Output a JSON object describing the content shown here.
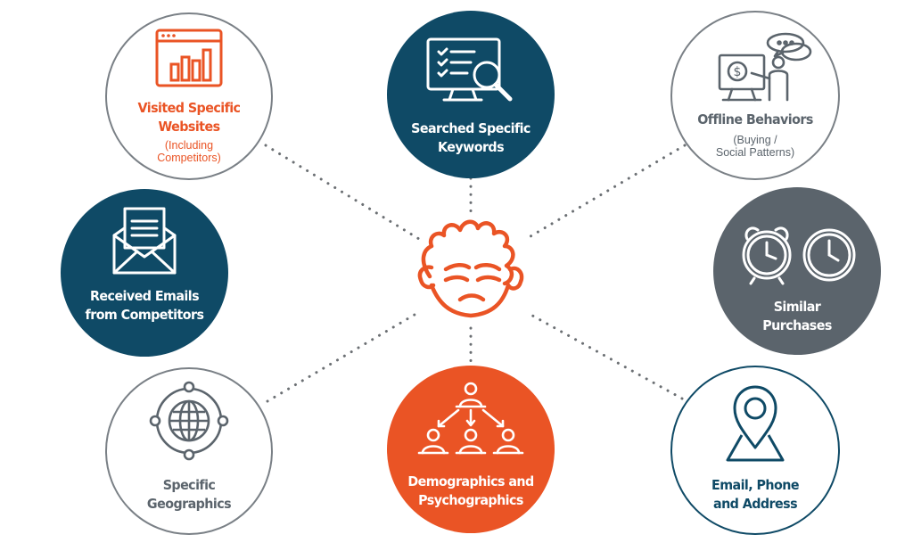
{
  "colors": {
    "teal": "#0f4a66",
    "orange": "#ea5425",
    "gray": "#5b646c",
    "outline": "#7a8086",
    "dots": "#6b6f73"
  },
  "center": {
    "icon": "frowning-face-icon"
  },
  "nodes": {
    "visited_websites": {
      "title_lines": [
        "Visited Specific",
        "Websites"
      ],
      "sub_lines": [
        "(Including",
        "Competitors)"
      ],
      "icon": "browser-bar-chart-icon"
    },
    "searched_keywords": {
      "title_lines": [
        "Searched Specific",
        "Keywords"
      ],
      "icon": "monitor-checklist-magnifier-icon"
    },
    "offline_behaviors": {
      "title_lines": [
        "Offline Behaviors"
      ],
      "sub_lines": [
        "(Buying /",
        "Social Patterns)"
      ],
      "icon": "person-presenting-dollar-icon"
    },
    "received_emails": {
      "title_lines": [
        "Received Emails",
        "from Competitors"
      ],
      "icon": "envelope-letter-icon"
    },
    "similar_purchases": {
      "title_lines": [
        "Similar",
        "Purchases"
      ],
      "icon": "clocks-icon"
    },
    "specific_geographics": {
      "title_lines": [
        "Specific",
        "Geographics"
      ],
      "icon": "globe-icon"
    },
    "demographics": {
      "title_lines": [
        "Demographics and",
        "Psychographics"
      ],
      "icon": "org-chart-people-icon"
    },
    "contact_info": {
      "title_lines": [
        "Email, Phone",
        "and Address"
      ],
      "icon": "map-pin-icon"
    }
  }
}
